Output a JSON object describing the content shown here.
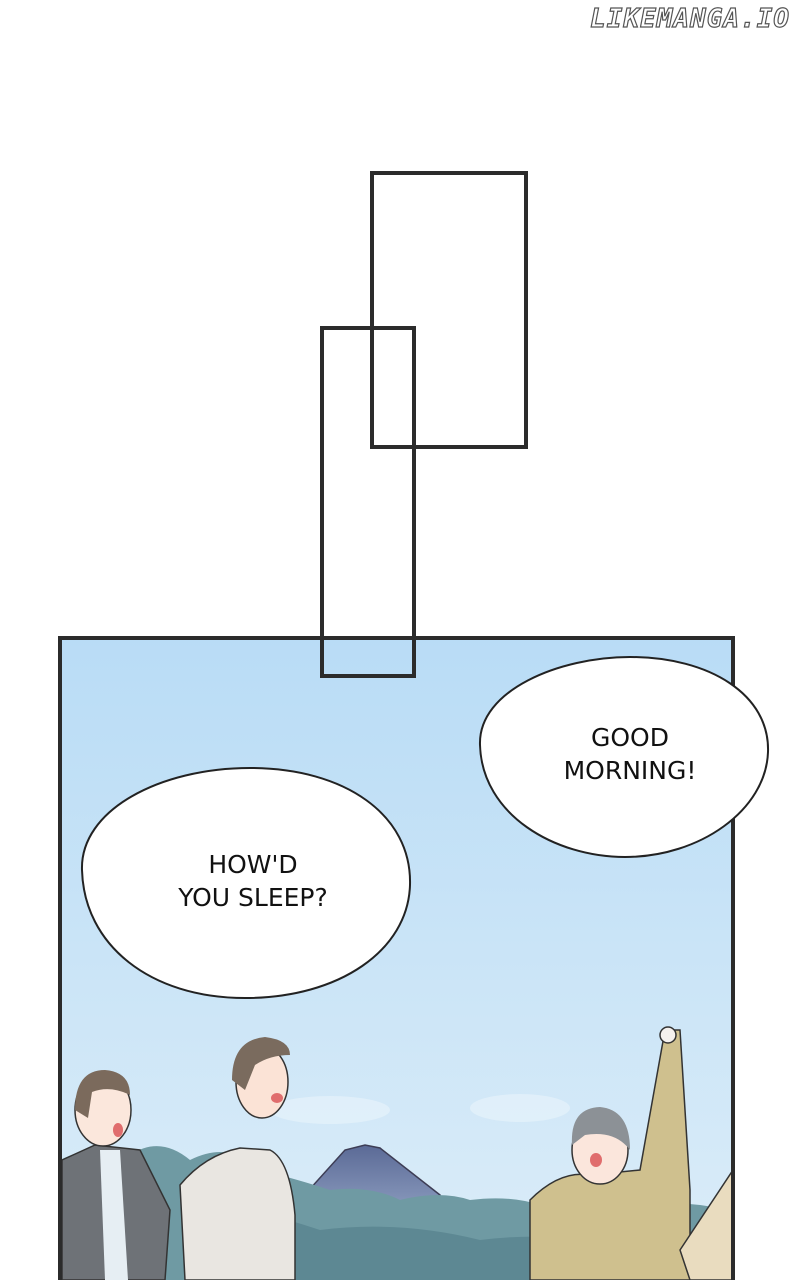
{
  "watermark": "LIKEMANGA.IO",
  "bubbles": [
    {
      "speaker": "right",
      "lines": [
        "GOOD",
        "MORNING!"
      ]
    },
    {
      "speaker": "left",
      "lines": [
        "HOW'D",
        "YOU SLEEP?"
      ]
    }
  ],
  "colors": {
    "panel_border": "#2b2b2b",
    "sky_top": "#b9dcf6",
    "sky_bottom": "#dbeef9"
  }
}
